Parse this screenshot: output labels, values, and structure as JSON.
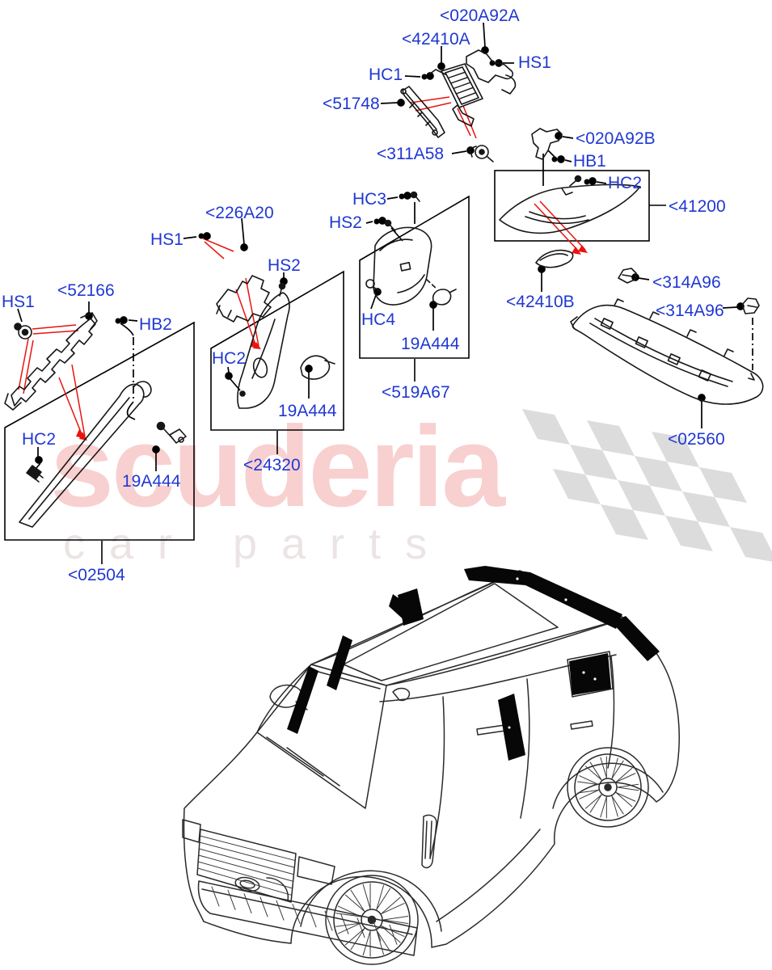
{
  "diagram": {
    "title": "Side trim / pillar trim exploded parts diagram",
    "vehicle_illustration": "Range Rover SUV three-quarter front line drawing",
    "colors": {
      "label": "#2038d2",
      "leader": "#000000",
      "highlight": "#e8140f",
      "line_art": "#1c1c1c",
      "watermark_text": "#f8d0d0",
      "watermark_tagline": "#ece4e4",
      "watermark_flag": "#dcdcdc"
    },
    "watermark": {
      "brand": "scuderia",
      "tagline": "car parts"
    },
    "callouts": [
      {
        "id": "020A92A",
        "text": "<020A92A"
      },
      {
        "id": "42410A",
        "text": "<42410A"
      },
      {
        "id": "HS1-top",
        "text": "HS1"
      },
      {
        "id": "HC1",
        "text": "HC1"
      },
      {
        "id": "51748",
        "text": "<51748"
      },
      {
        "id": "311A58",
        "text": "<311A58"
      },
      {
        "id": "020A92B",
        "text": "<020A92B"
      },
      {
        "id": "HB1",
        "text": "HB1"
      },
      {
        "id": "HC2-right",
        "text": "HC2"
      },
      {
        "id": "41200",
        "text": "<41200"
      },
      {
        "id": "42410B",
        "text": "<42410B"
      },
      {
        "id": "226A20",
        "text": "<226A20"
      },
      {
        "id": "HS1-mid",
        "text": "HS1"
      },
      {
        "id": "HS2-mid",
        "text": "HS2"
      },
      {
        "id": "HC3",
        "text": "HC3"
      },
      {
        "id": "HS2-right",
        "text": "HS2"
      },
      {
        "id": "HC4",
        "text": "HC4"
      },
      {
        "id": "19A444-c",
        "text": "19A444"
      },
      {
        "id": "519A67",
        "text": "<519A67"
      },
      {
        "id": "HC2-mid",
        "text": "HC2"
      },
      {
        "id": "19A444-m",
        "text": "19A444"
      },
      {
        "id": "24320",
        "text": "<24320"
      },
      {
        "id": "52166",
        "text": "<52166"
      },
      {
        "id": "HS1-left",
        "text": "HS1"
      },
      {
        "id": "HB2",
        "text": "HB2"
      },
      {
        "id": "HC2-left",
        "text": "HC2"
      },
      {
        "id": "19A444-l",
        "text": "19A444"
      },
      {
        "id": "02504",
        "text": "<02504"
      },
      {
        "id": "314A96-a",
        "text": "<314A96"
      },
      {
        "id": "314A96-b",
        "text": "<314A96"
      },
      {
        "id": "02560",
        "text": "<02560"
      }
    ]
  }
}
